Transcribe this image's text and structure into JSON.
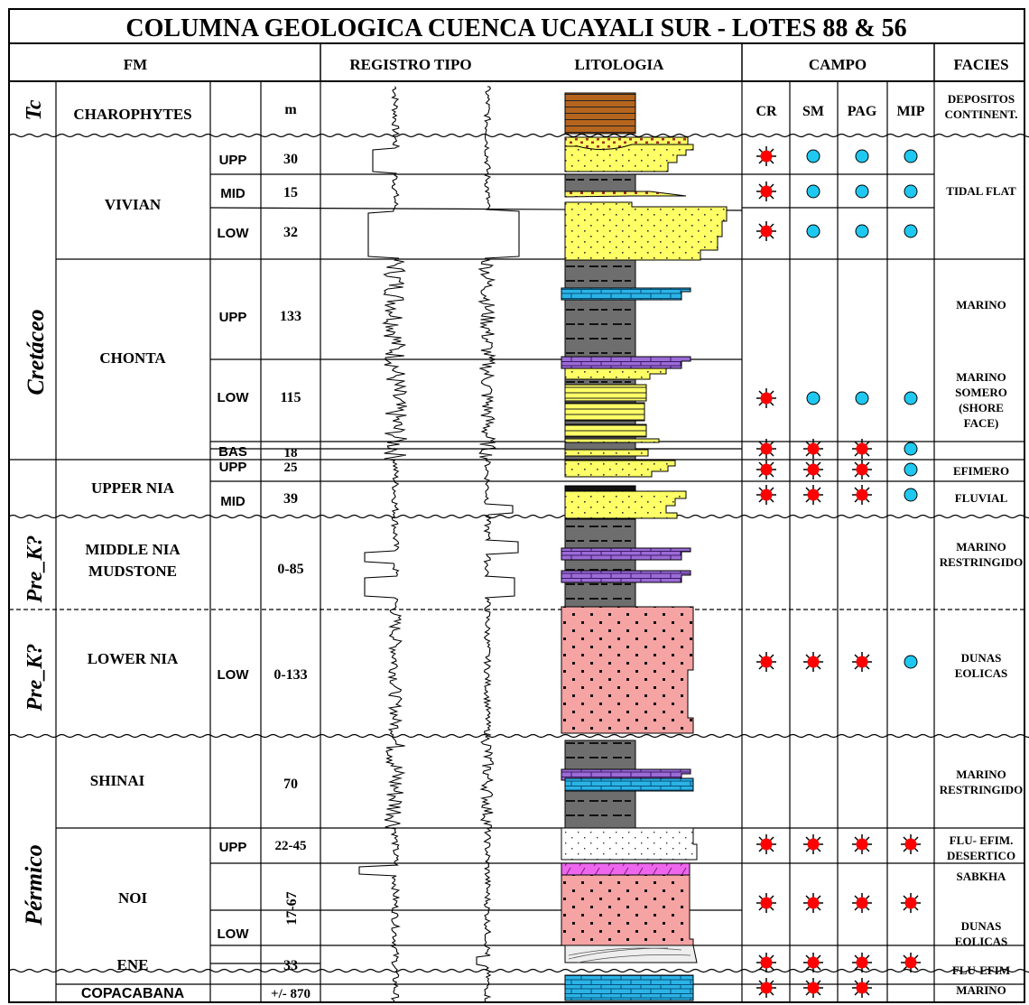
{
  "title": "COLUMNA GEOLOGICA CUENCA UCAYALI SUR - LOTES 88 & 56",
  "header": {
    "fm": "FM",
    "registro": "REGISTRO TIPO",
    "litologia": "LITOLOGIA",
    "campo": "CAMPO",
    "facies": "FACIES",
    "m": "m"
  },
  "fields": [
    "CR",
    "SM",
    "PAG",
    "MIP"
  ],
  "eras": [
    "Tc",
    "Cretáceo",
    "Pre_K?",
    "Pre_K?",
    "Pérmico"
  ],
  "formations": [
    {
      "name": "CHAROPHYTES"
    },
    {
      "name": "VIVIAN"
    },
    {
      "name": "CHONTA"
    },
    {
      "name": "UPPER NIA"
    },
    {
      "name": "MIDDLE NIA",
      "name2": "MUDSTONE",
      "sub": "",
      "thick": "0-85"
    },
    {
      "name": "LOWER NIA",
      "sub": "LOW",
      "thick": "0-133"
    },
    {
      "name": "SHINAI",
      "thick": "70"
    },
    {
      "name": "NOI"
    },
    {
      "name": "ENE",
      "thick": "33"
    },
    {
      "name": "COPACABANA",
      "thick": "+/- 870"
    }
  ],
  "members": [
    {
      "sub": "UPP",
      "thick": "30"
    },
    {
      "sub": "MID",
      "thick": "15"
    },
    {
      "sub": "LOW",
      "thick": "32"
    },
    {
      "sub": "UPP",
      "thick": "133"
    },
    {
      "sub": "LOW",
      "thick": "115"
    },
    {
      "sub": "BAS",
      "thick": "18"
    },
    {
      "sub": "UPP",
      "thick": "25"
    },
    {
      "sub": "MID",
      "thick": "39"
    },
    {
      "sub": "UPP",
      "thick": "22-45"
    },
    {
      "sub": "LOW",
      "thick": "17-67"
    }
  ],
  "facies": [
    {
      "lines": [
        "DEPOSITOS",
        "CONTINENT."
      ]
    },
    {
      "lines": [
        "TIDAL FLAT"
      ]
    },
    {
      "lines": [
        "MARINO"
      ]
    },
    {
      "lines": [
        "MARINO",
        "SOMERO",
        "(SHORE",
        "FACE)"
      ]
    },
    {
      "lines": [
        "EFIMERO"
      ]
    },
    {
      "lines": [
        "FLUVIAL"
      ]
    },
    {
      "lines": [
        "MARINO",
        "RESTRINGIDO"
      ]
    },
    {
      "lines": [
        "DUNAS",
        "EOLICAS"
      ]
    },
    {
      "lines": [
        "MARINO",
        "RESTRINGIDO"
      ]
    },
    {
      "lines": [
        "FLU- EFIM.",
        "DESERTICO"
      ]
    },
    {
      "lines": [
        "SABKHA"
      ]
    },
    {
      "lines": [
        "DUNAS",
        "EOLICAS"
      ]
    },
    {
      "lines": [
        "FLU-EFIM"
      ]
    },
    {
      "lines": [
        "MARINO"
      ]
    }
  ],
  "occurrence_legend": {
    "star": "producing / oil show (red star)",
    "dot": "water / no show (cyan circle)"
  },
  "occurrences": [
    {
      "row": "VIVIAN UPP",
      "values": [
        "star",
        "dot",
        "dot",
        "dot"
      ]
    },
    {
      "row": "VIVIAN MID",
      "values": [
        "star",
        "dot",
        "dot",
        "dot"
      ]
    },
    {
      "row": "VIVIAN LOW",
      "values": [
        "star",
        "dot",
        "dot",
        "dot"
      ]
    },
    {
      "row": "CHONTA LOW",
      "values": [
        "star",
        "dot",
        "dot",
        "dot"
      ]
    },
    {
      "row": "CHONTA BAS",
      "values": [
        "star",
        "star",
        "star",
        "dot"
      ]
    },
    {
      "row": "UPPER NIA UPP",
      "values": [
        "star",
        "star",
        "star",
        "dot"
      ]
    },
    {
      "row": "UPPER NIA MID",
      "values": [
        "star",
        "star",
        "star",
        "dot"
      ]
    },
    {
      "row": "LOWER NIA",
      "values": [
        "star",
        "star",
        "star",
        "dot"
      ]
    },
    {
      "row": "NOI UPP",
      "values": [
        "star",
        "star",
        "star",
        "star"
      ]
    },
    {
      "row": "NOI LOW",
      "values": [
        "star",
        "star",
        "star",
        "star"
      ]
    },
    {
      "row": "ENE",
      "values": [
        "star",
        "star",
        "star",
        "star"
      ]
    },
    {
      "row": "COPACABANA",
      "values": [
        "star",
        "star",
        "star",
        ""
      ]
    }
  ],
  "colors": {
    "sandstone": "#ffff66",
    "shale": "#6b6b6b",
    "limestone": "#33b5e5",
    "dolomite": "#9966cc",
    "eolian_sand": "#f4a6a6",
    "coal": "#b5651d",
    "star": "#ff0000",
    "dot": "#1ec8f0"
  }
}
